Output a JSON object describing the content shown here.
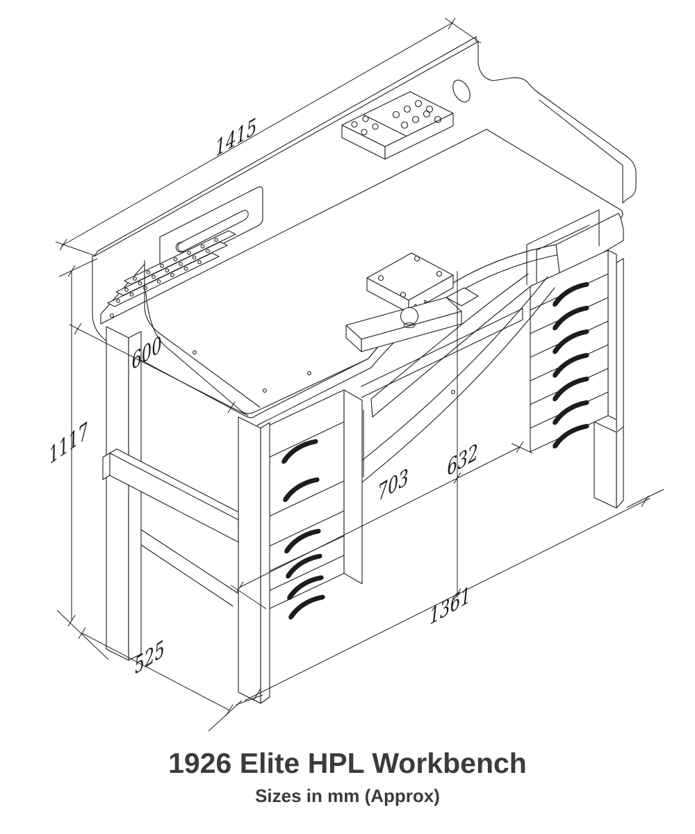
{
  "drawing": {
    "title": "1926 Elite HPL Workbench",
    "subtitle": "Sizes in mm (Approx)",
    "line_color": "#1c1c1c",
    "text_color": "#3b3b3b",
    "dims": {
      "top_width": "1415",
      "depth": "600",
      "height": "1117",
      "base_depth": "525",
      "clearance_width": "703",
      "clearance_height": "632",
      "base_width": "1361"
    }
  }
}
